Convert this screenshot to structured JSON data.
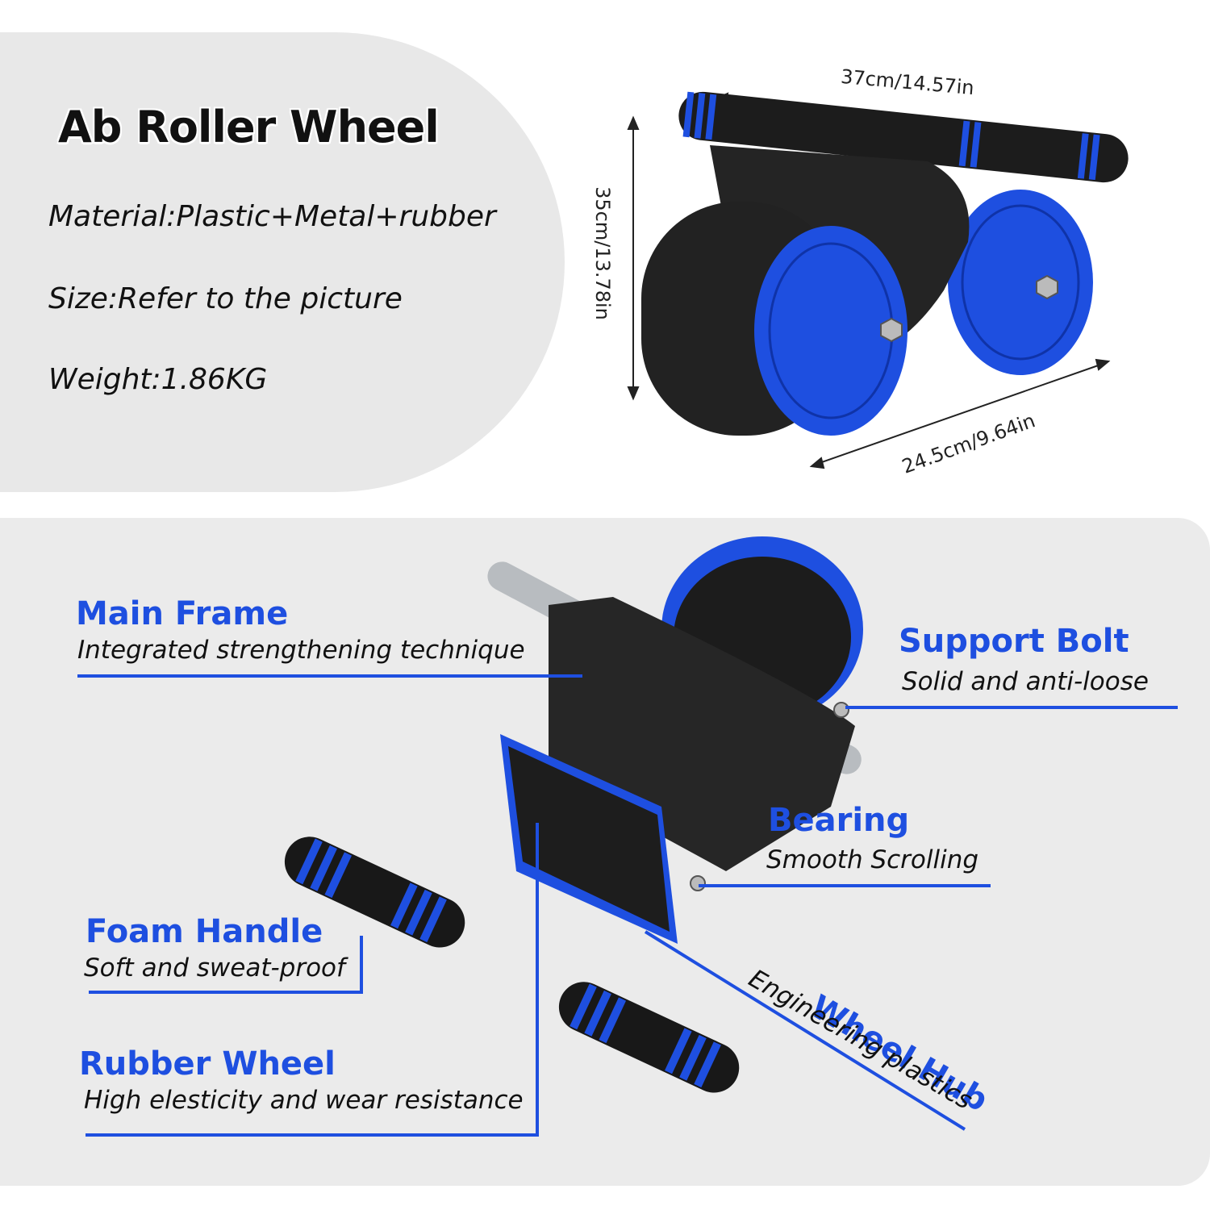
{
  "header": {
    "title": "Ab Roller Wheel",
    "material": "Material:Plastic+Metal+rubber",
    "size": "Size:Refer to the picture",
    "weight": "Weight:1.86KG"
  },
  "dimensions": {
    "width": "37cm/14.57in",
    "height": "35cm/13.78in",
    "depth": "24.5cm/9.64in"
  },
  "callouts": {
    "main_frame": {
      "title": "Main Frame",
      "subtitle": "Integrated strengthening technique"
    },
    "support_bolt": {
      "title": "Support Bolt",
      "subtitle": "Solid and anti-loose"
    },
    "bearing": {
      "title": "Bearing",
      "subtitle": "Smooth Scrolling"
    },
    "foam_handle": {
      "title": "Foam Handle",
      "subtitle": "Soft and sweat-proof"
    },
    "rubber_wheel": {
      "title": "Rubber Wheel",
      "subtitle": "High elesticity and wear resistance"
    },
    "wheel_hub": {
      "title": "Wheel Hub",
      "subtitle": "Engineering plastics"
    }
  },
  "colors": {
    "accent": "#1e4fe0",
    "panel": "#e8e8e8",
    "product_black": "#1a1a1a"
  }
}
